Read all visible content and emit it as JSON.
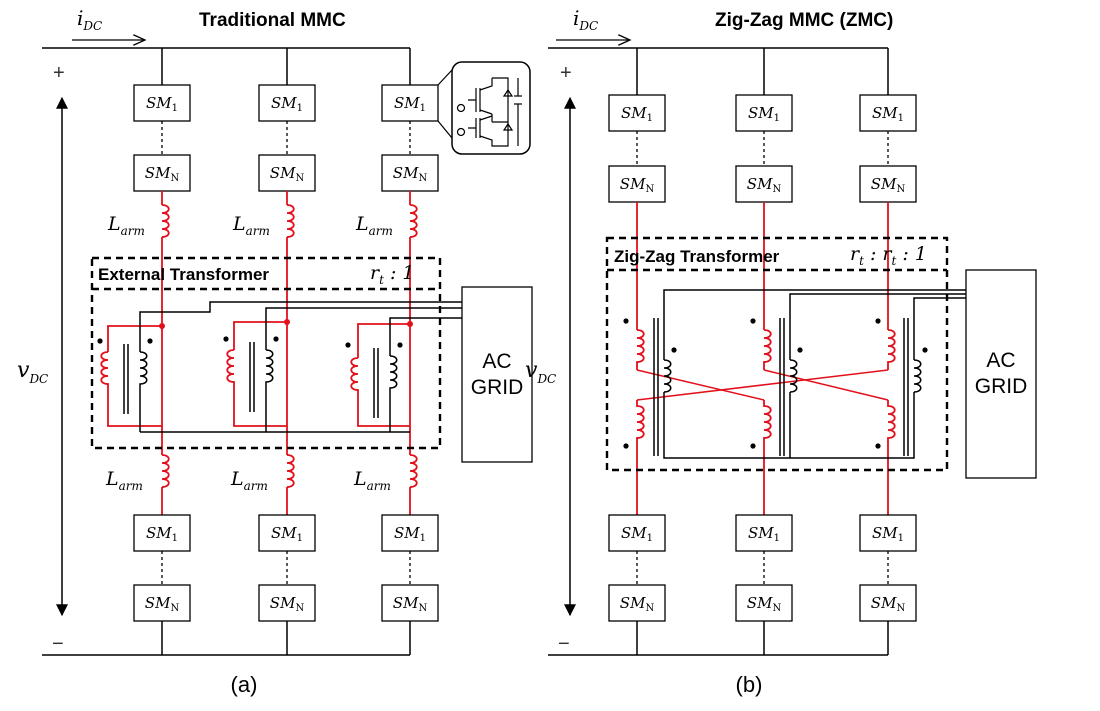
{
  "panel_a": {
    "title": "Traditional MMC",
    "current_label": "i",
    "current_sub": "DC",
    "voltage_label": "v",
    "voltage_sub": "DC",
    "plus": "+",
    "minus": "−",
    "sm_top": "SM",
    "sm_top_sub": "1",
    "sm_bottom": "SM",
    "sm_bottom_sub": "N",
    "inductor_label": "L",
    "inductor_sub": "arm",
    "transformer_title": "External Transformer",
    "ratio": "r",
    "ratio_sub": "t",
    "ratio_rest": " : 1",
    "grid_line1": "AC",
    "grid_line2": "GRID",
    "caption": "(a)"
  },
  "panel_b": {
    "title": "Zig-Zag MMC (ZMC)",
    "current_label": "i",
    "current_sub": "DC",
    "voltage_label": "v",
    "voltage_sub": "DC",
    "plus": "+",
    "minus": "−",
    "sm_top": "SM",
    "sm_top_sub": "1",
    "sm_bottom": "SM",
    "sm_bottom_sub": "N",
    "transformer_title": "Zig-Zag Transformer",
    "ratio_a": "r",
    "ratio_a_sub": "t",
    "ratio_mid": " : ",
    "ratio_b": "r",
    "ratio_b_sub": "t",
    "ratio_rest": " : 1",
    "grid_line1": "AC",
    "grid_line2": "GRID",
    "caption": "(b)"
  }
}
